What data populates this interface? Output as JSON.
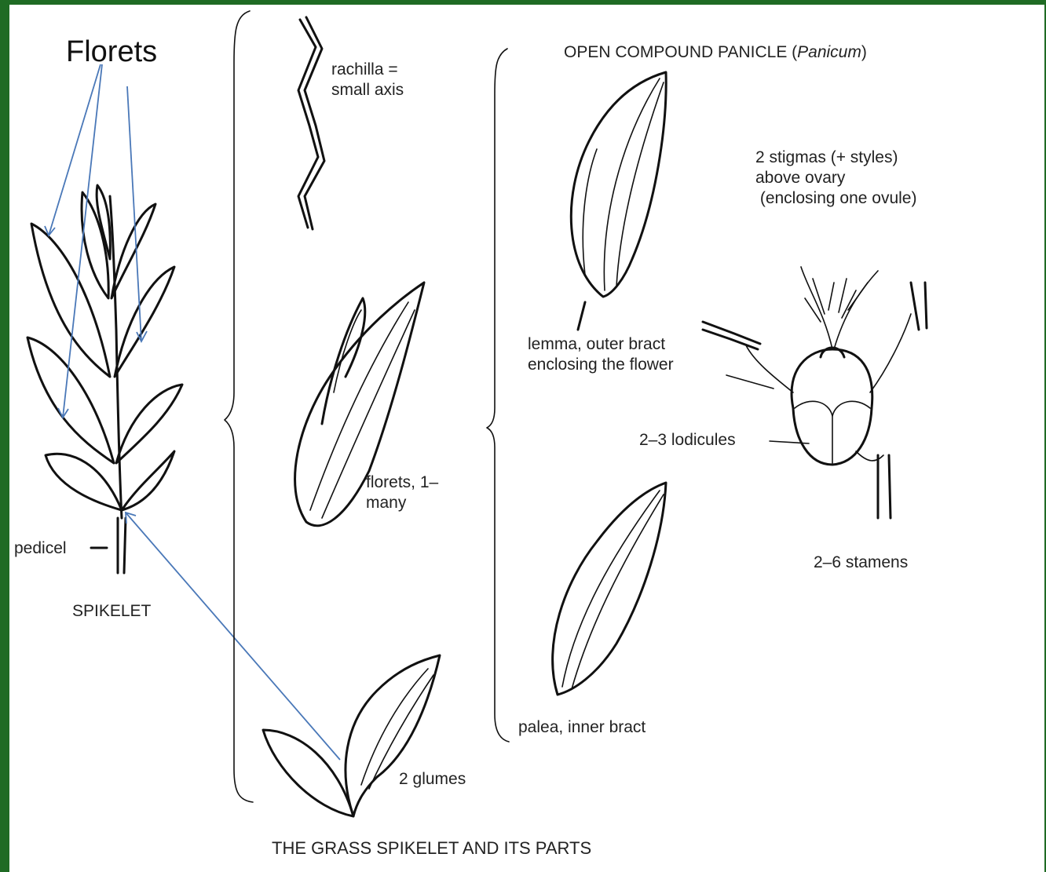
{
  "labels": {
    "florets_callout": "Florets",
    "pedicel": "pedicel",
    "spikelet": "SPIKELET",
    "rachilla": "rachilla =\nsmall axis",
    "florets_count": "florets, 1–\nmany",
    "glumes": "2 glumes",
    "panicle_prefix": "OPEN COMPOUND PANICLE (",
    "panicle_genus": "Panicum",
    "panicle_suffix": ")",
    "stigmas": "2 stigmas (+ styles)\nabove ovary\n (enclosing one ovule)",
    "lemma": "lemma, outer bract\nenclosing the flower",
    "lodicules": "2–3 lodicules",
    "stamens": "2–6 stamens",
    "palea": "palea, inner bract",
    "caption": "THE GRASS SPIKELET AND ITS PARTS"
  },
  "colors": {
    "frame_border": "#1f6b24",
    "callout_arrow": "#4a78b8",
    "line_ink": "#111111"
  }
}
